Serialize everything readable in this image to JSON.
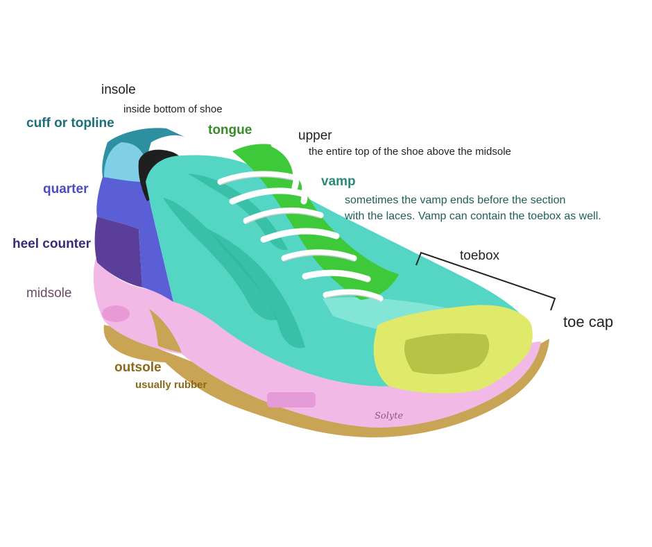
{
  "colors": {
    "background": "#ffffff",
    "insole": "#1f1f1f",
    "cuff": "#2e8fa0",
    "quarter": "#5b5fd6",
    "heel_counter": "#5b3e99",
    "midsole": "#f2b9e6",
    "outsole": "#c9a455",
    "upper": "#55d6c4",
    "tongue": "#3ec93a",
    "toe_cap": "#dfe96a",
    "laces": "#ffffff",
    "label_cuff": "#1a6f7a",
    "label_quarter": "#4a4cc0",
    "label_heel": "#3b2a7a",
    "label_midsole": "#6a4a68",
    "label_outsole": "#8a6a18",
    "label_tongue": "#3a8a2a",
    "label_vamp": "#2a8a78",
    "label_dark": "#222222"
  },
  "labels": {
    "insole": {
      "title": "insole",
      "note": "inside bottom of shoe"
    },
    "cuff": {
      "title": "cuff or topline"
    },
    "tongue": {
      "title": "tongue"
    },
    "upper": {
      "title": "upper",
      "note": "the entire top of the shoe above the midsole"
    },
    "vamp": {
      "title": "vamp",
      "note_line1": "sometimes the vamp ends before the section",
      "note_line2": "with the laces. Vamp  can contain the toebox as well."
    },
    "quarter": {
      "title": "quarter"
    },
    "heel_counter": {
      "title": "heel counter"
    },
    "toebox": {
      "title": "toebox"
    },
    "midsole": {
      "title": "midsole"
    },
    "toe_cap": {
      "title": "toe cap"
    },
    "outsole": {
      "title": "outsole",
      "note": "usually rubber"
    }
  },
  "sole_brand": "Solyte"
}
